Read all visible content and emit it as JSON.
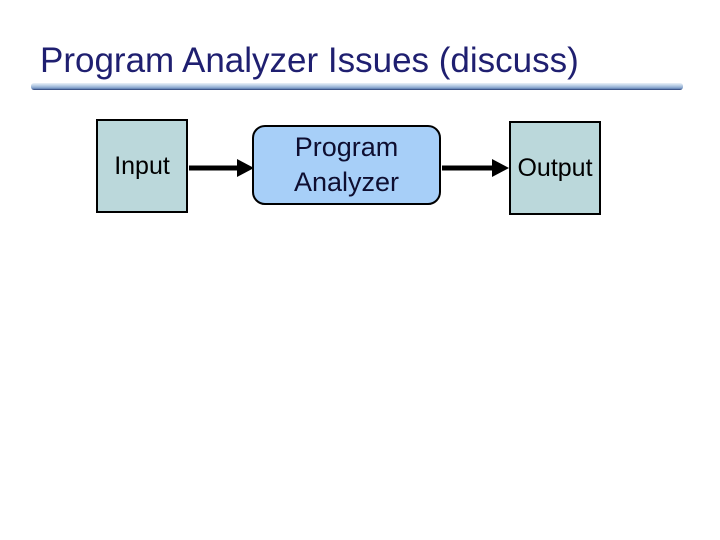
{
  "slide": {
    "title": "Program Analyzer Issues (discuss)",
    "diagram": {
      "input_label": "Input",
      "analyzer_label_line1": "Program",
      "analyzer_label_line2": "Analyzer",
      "output_label": "Output"
    },
    "colors": {
      "title_text": "#1F1F70",
      "underline_gradient_top": "#EAF1F8",
      "underline_gradient_bottom": "#23376D",
      "io_box_fill": "#BBD8DB",
      "analyzer_box_fill": "#A7CFF8",
      "box_border": "#000000",
      "analyzer_text": "#0E0E30",
      "io_text": "#000000",
      "arrow": "#000000",
      "background": "#FFFFFF"
    }
  }
}
